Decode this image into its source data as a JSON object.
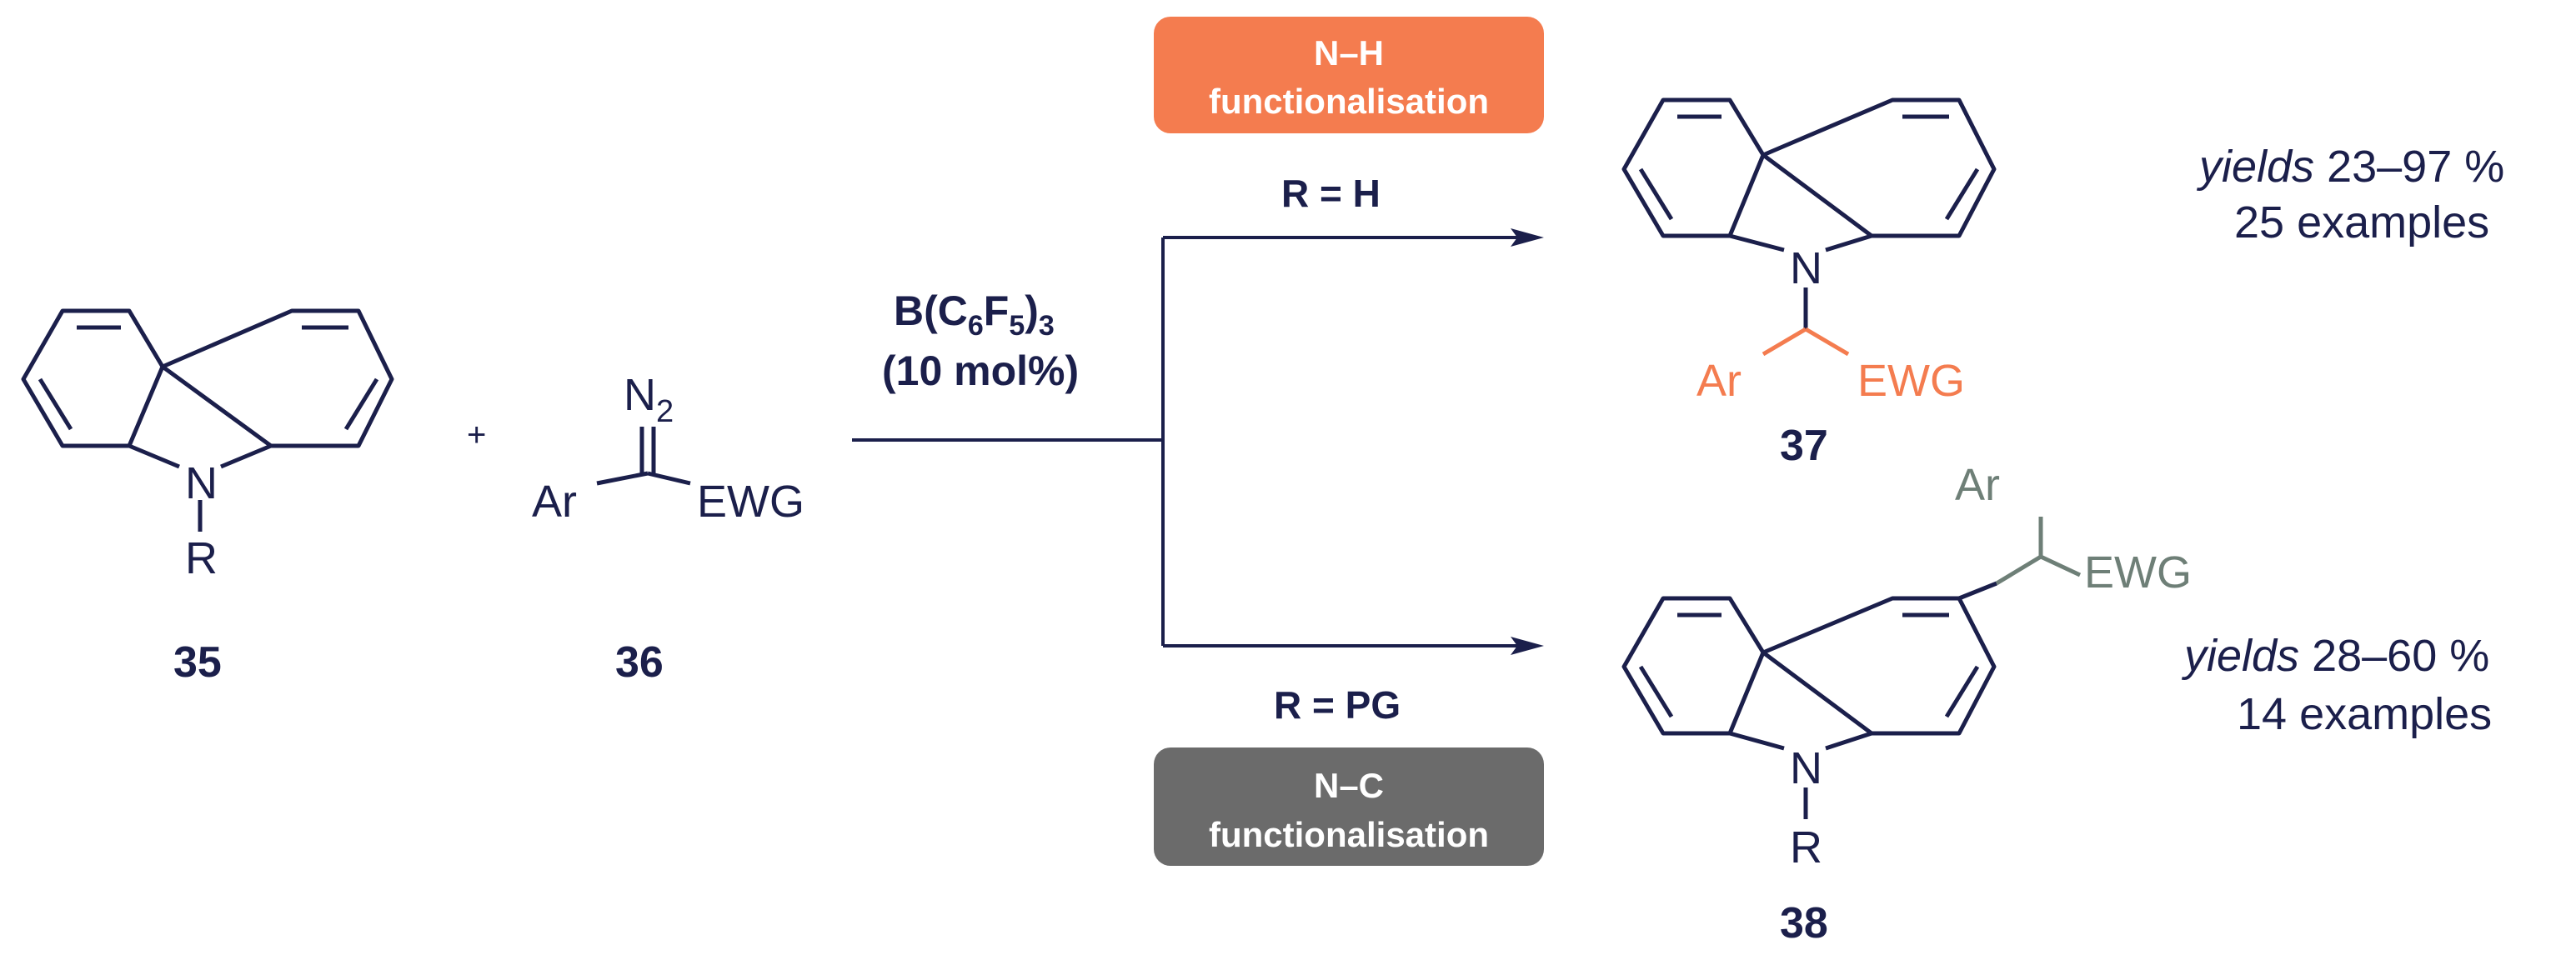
{
  "compounds": {
    "c35": {
      "label": "35",
      "n_atom": "N",
      "r_group": "R"
    },
    "c36": {
      "label": "36",
      "n2": "N",
      "n2_sub": "2",
      "ar": "Ar",
      "ewg": "EWG"
    },
    "c37": {
      "label": "37",
      "n_atom": "N",
      "ar": "Ar",
      "ewg": "EWG"
    },
    "c38": {
      "label": "38",
      "n_atom": "N",
      "r_group": "R",
      "ar": "Ar",
      "ewg": "EWG"
    }
  },
  "plus": "+",
  "catalyst": {
    "b": "B(C",
    "sub6": "6",
    "f": "F",
    "sub5": "5",
    "close": ")",
    "sub3": "3",
    "loading": "(10 mol%)"
  },
  "top_branch": {
    "condition": "R = H",
    "badge_line1": "N–H",
    "badge_line2": "functionalisation",
    "yield_italic": "yields",
    "yield_range": "23–97 %",
    "examples": "25 examples"
  },
  "bottom_branch": {
    "condition": "R = PG",
    "badge_line1": "N–C",
    "badge_line2": "functionalisation",
    "yield_italic": "yields",
    "yield_range": "28–60 %",
    "examples": "14 examples"
  },
  "colors": {
    "ink": "#1b1f4b",
    "orange": "#f47c4f",
    "grey_badge": "#6b6b6b",
    "grey_green": "#6e7f77"
  }
}
